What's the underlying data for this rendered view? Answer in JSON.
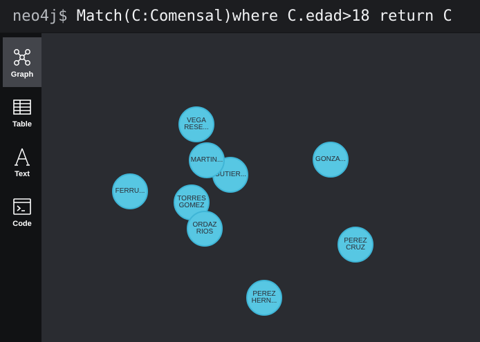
{
  "command": {
    "prompt": "neo4j$",
    "query": "Match(C:Comensal)where C.edad>18 return C"
  },
  "sidebar": {
    "items": [
      {
        "label": "Graph",
        "icon": "graph-icon",
        "active": true
      },
      {
        "label": "Table",
        "icon": "table-icon",
        "active": false
      },
      {
        "label": "Text",
        "icon": "text-icon",
        "active": false
      },
      {
        "label": "Code",
        "icon": "code-icon",
        "active": false
      }
    ]
  },
  "graph": {
    "node_color": "#57c7e3",
    "nodes": [
      {
        "caption": "VEGA\nRESE..."
      },
      {
        "caption": "GUTIER..."
      },
      {
        "caption": "MARTIN..."
      },
      {
        "caption": "GONZA..."
      },
      {
        "caption": "FERRU..."
      },
      {
        "caption": "TORRES\nGOMEZ"
      },
      {
        "caption": "ORDAZ\nRIOS"
      },
      {
        "caption": "PEREZ\nCRUZ"
      },
      {
        "caption": "PEREZ\nHERN..."
      }
    ]
  }
}
